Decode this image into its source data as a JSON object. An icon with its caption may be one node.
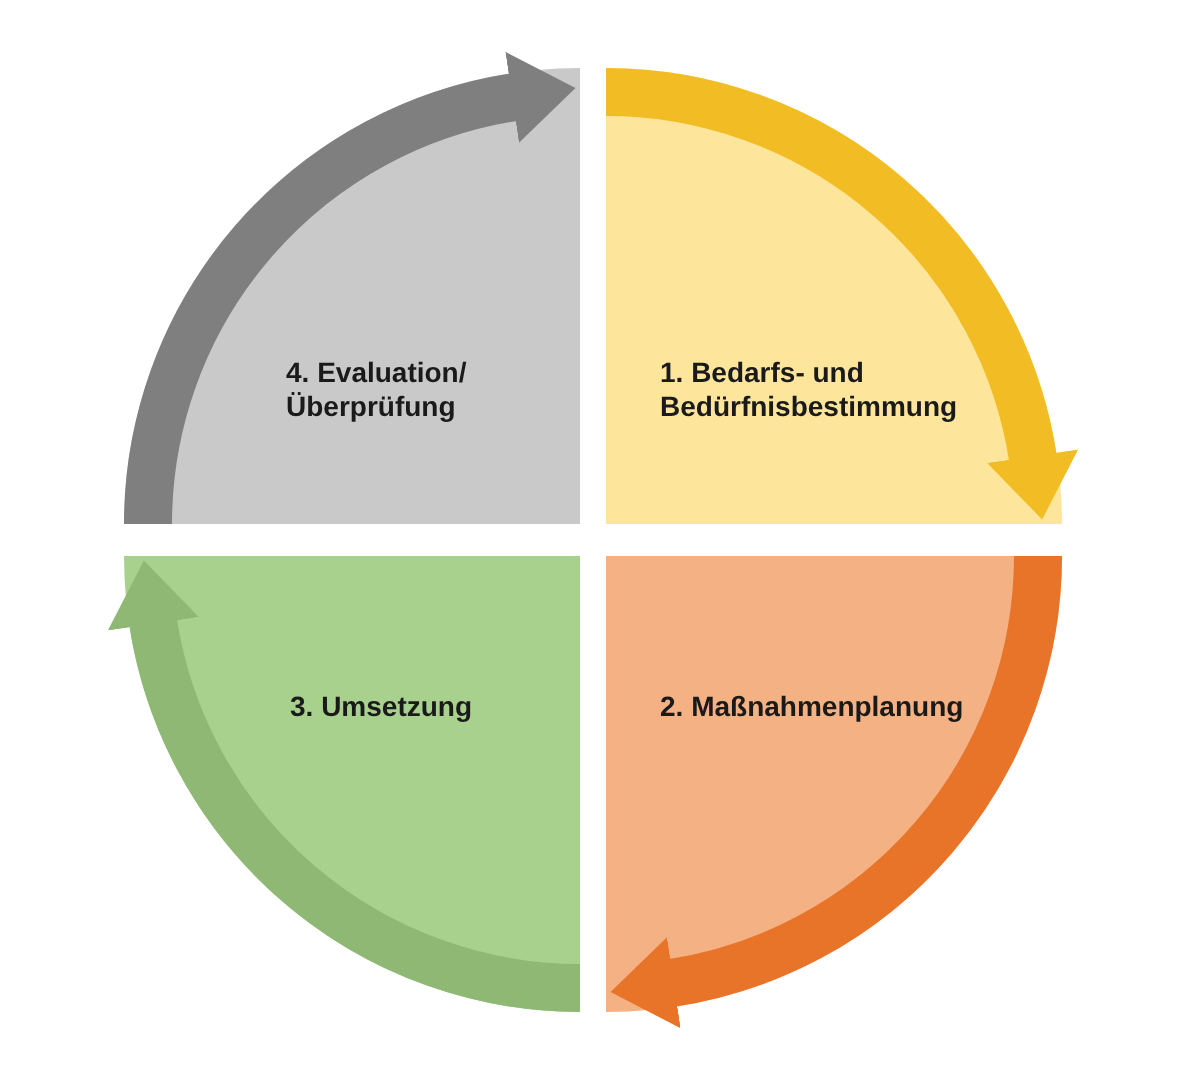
{
  "diagram": {
    "nodes": [
      {
        "text": [
          "1. Bedarfs- und Bedürfnisbestimmung"
        ]
      },
      {
        "text": [
          "2. Maßnahmenplanung"
        ]
      },
      {
        "text": [
          "3. Umsetzung"
        ]
      },
      {
        "text": [
          "4. Evaluation/ Überprüfung"
        ]
      }
    ],
    "edges": [
      {
        "from": 0,
        "to": 1,
        "arrow": "to",
        "color": "#f2bd24"
      },
      {
        "from": 1,
        "to": 2,
        "arrow": "to",
        "color": "#e8742a"
      },
      {
        "from": 2,
        "to": 3,
        "arrow": "to",
        "color": "#8fb874"
      },
      {
        "from": 3,
        "to": 0,
        "arrow": "to",
        "color": "#7f7f7f"
      }
    ]
  }
}
